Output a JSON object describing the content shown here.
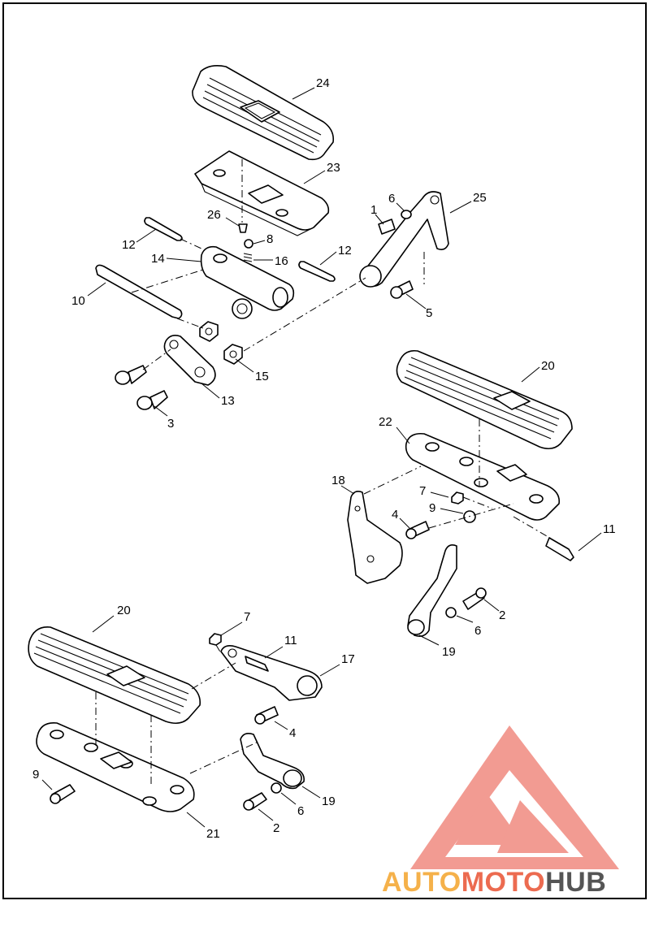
{
  "callouts": {
    "c24": "24",
    "c23": "23",
    "c26": "26",
    "c8": "8",
    "c12a": "12",
    "c12b": "12",
    "c14": "14",
    "c16": "16",
    "c10": "10",
    "c13": "13",
    "c15": "15",
    "c3": "3",
    "c1": "1",
    "c6a": "6",
    "c25": "25",
    "c5": "5",
    "c20a": "20",
    "c22": "22",
    "c18": "18",
    "c7a": "7",
    "c9a": "9",
    "c4a": "4",
    "c11a": "11",
    "c2a": "2",
    "c6b": "6",
    "c19a": "19",
    "c20b": "20",
    "c7b": "7",
    "c11b": "11",
    "c17": "17",
    "c4b": "4",
    "c9b": "9",
    "c19b": "19",
    "c6c": "6",
    "c2b": "2",
    "c21": "21"
  },
  "watermark": {
    "part1": "AUTO",
    "part2": "MOTO",
    "part3": "HUB",
    "color_light": "#f5b14a",
    "color_mid": "#ec6b50",
    "color_dark": "#555555",
    "logo_color": "#f08a80"
  }
}
